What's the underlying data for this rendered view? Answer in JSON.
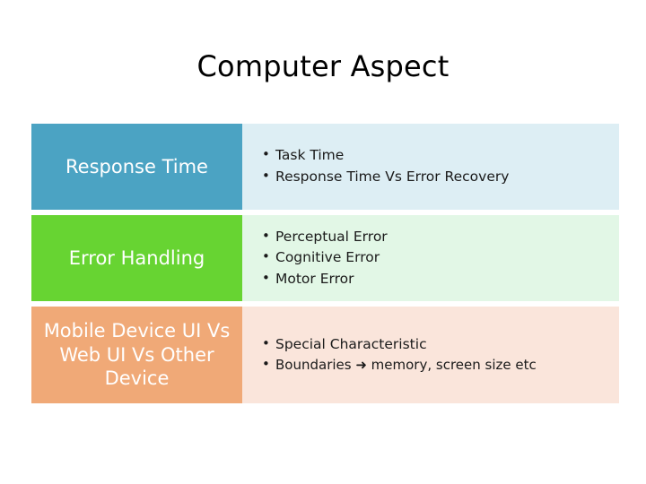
{
  "slide": {
    "title": "Computer Aspect",
    "rows": [
      {
        "label": "Response Time",
        "label_color": "#4ba3c3",
        "body_color": "#ddeef4",
        "bullets": [
          "Task Time",
          "Response Time Vs Error Recovery"
        ]
      },
      {
        "label": "Error Handling",
        "label_color": "#67d432",
        "body_color": "#e2f7e6",
        "bullets": [
          "Perceptual Error",
          "Cognitive Error",
          "Motor Error"
        ]
      },
      {
        "label": "Mobile Device UI Vs Web UI Vs Other Device",
        "label_color": "#f0a977",
        "body_color": "#fae5db",
        "bullets": [
          "Special Characteristic",
          "Boundaries ➜ memory, screen size etc"
        ]
      }
    ]
  }
}
